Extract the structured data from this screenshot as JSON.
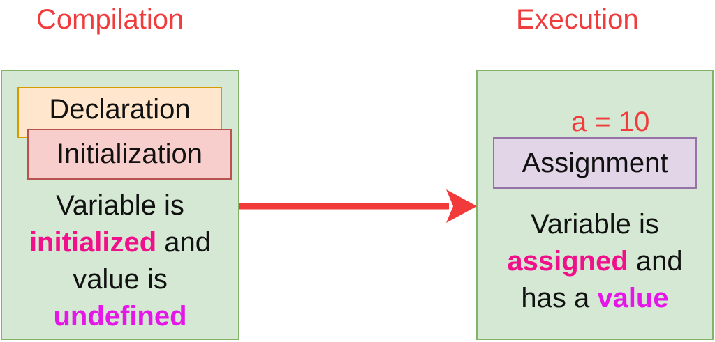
{
  "compilation": {
    "heading": "Compilation",
    "declaration_label": "Declaration",
    "initialization_label": "Initialization",
    "description": {
      "line1": "Variable is",
      "line2_highlight": "initialized",
      "line2_rest": " and",
      "line3": "value is",
      "line4_highlight": "undefined"
    }
  },
  "execution": {
    "heading": "Execution",
    "code": "a = 10",
    "assignment_label": "Assignment",
    "description": {
      "line1": "Variable is",
      "line2_highlight": "assigned",
      "line2_rest": " and",
      "line3_prefix": "has a ",
      "line3_highlight": "value"
    }
  },
  "colors": {
    "heading_red": "#f03c3c",
    "panel_fill": "#d5e8d4",
    "panel_border": "#82b366",
    "highlight_pink": "#f0118a",
    "highlight_violet": "#e416e8",
    "arrow_red": "#f23a3a"
  }
}
